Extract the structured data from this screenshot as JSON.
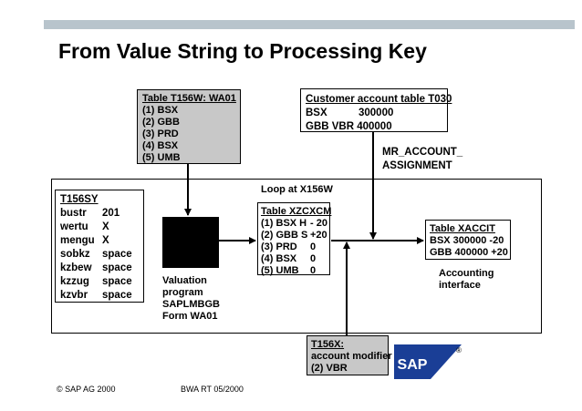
{
  "title": "From Value String to Processing Key",
  "t156w": {
    "title": "Table T156W: WA01",
    "lines": [
      "(1) BSX",
      "(2) GBB",
      "(3) PRD",
      "(4) BSX",
      "(5) UMB"
    ]
  },
  "t030": {
    "title": "Customer account table T030",
    "rows": [
      [
        "BSX",
        "300000"
      ],
      [
        "GBB VBR 400000",
        ""
      ]
    ]
  },
  "mr_account": [
    "MR_ACCOUNT_",
    "ASSIGNMENT"
  ],
  "loop_label": "Loop at X156W",
  "t156sy": {
    "title": "T156SY",
    "rows": [
      [
        "bustr",
        "201"
      ],
      [
        "wertu",
        "X"
      ],
      [
        "mengu",
        "X"
      ],
      [
        "sobkz",
        "space"
      ],
      [
        "kzbew",
        "space"
      ],
      [
        "kzzug",
        "space"
      ],
      [
        "kzvbr",
        "space"
      ]
    ]
  },
  "valuation": [
    "Valuation",
    "program",
    "SAPLMBGB",
    "Form WA01"
  ],
  "xzcxcm": {
    "title": "Table XZCXCM",
    "rows": [
      [
        "(1) BSX H",
        "- 20"
      ],
      [
        "(2) GBB S",
        "+20"
      ],
      [
        "(3) PRD",
        "0"
      ],
      [
        "(4) BSX",
        "0"
      ],
      [
        "(5) UMB",
        "0"
      ]
    ]
  },
  "xaccit": {
    "title": "Table XACCIT",
    "lines": [
      "BSX 300000 -20",
      "GBB 400000 +20"
    ]
  },
  "accounting": [
    "Accounting",
    "interface"
  ],
  "t156x": {
    "title": "T156X:",
    "lines": [
      "account modifier",
      "(2) VBR"
    ]
  },
  "logo": {
    "text": "SAP",
    "registered": "®",
    "color": "#1a3e96"
  },
  "footer": {
    "copyright": "©  SAP AG 2000",
    "doc": "BWA RT  05/2000"
  }
}
